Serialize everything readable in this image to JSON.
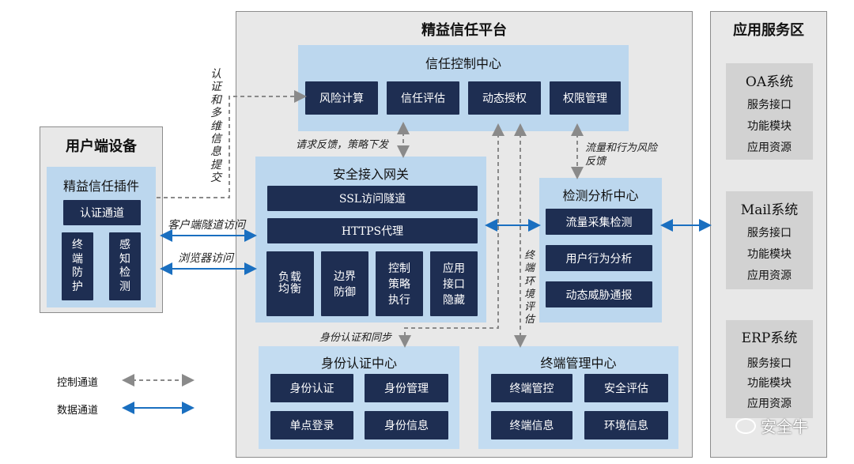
{
  "platform": {
    "title": "精益信任平台",
    "trust_center": {
      "title": "信任控制中心",
      "items": [
        "风险计算",
        "信任评估",
        "动态授权",
        "权限管理"
      ]
    },
    "gateway": {
      "title": "安全接入网关",
      "ssl": "SSL访问隧道",
      "https": "HTTPS代理",
      "items": [
        "负载均衡",
        "边界防御",
        "控制策略执行",
        "应用接口隐藏"
      ]
    },
    "detect_center": {
      "title": "检测分析中心",
      "items": [
        "流量采集检测",
        "用户行为分析",
        "动态威胁通报"
      ]
    },
    "identity_center": {
      "title": "身份认证中心",
      "items": [
        "身份认证",
        "身份管理",
        "单点登录",
        "身份信息"
      ]
    },
    "endpoint_center": {
      "title": "终端管理中心",
      "items": [
        "终端管控",
        "安全评估",
        "终端信息",
        "环境信息"
      ]
    }
  },
  "client": {
    "title": "用户端设备",
    "plugin_title": "精益信任插件",
    "auth_channel": "认证通道",
    "items": [
      "终端防护",
      "感知检测"
    ]
  },
  "services": {
    "title": "应用服务区",
    "systems": [
      {
        "name": "OA系统",
        "lines": [
          "服务接口",
          "功能模块",
          "应用资源"
        ]
      },
      {
        "name": "Mail系统",
        "lines": [
          "服务接口",
          "功能模块",
          "应用资源"
        ]
      },
      {
        "name": "ERP系统",
        "lines": [
          "服务接口",
          "功能模块",
          "应用资源"
        ]
      }
    ]
  },
  "labels": {
    "auth_submit": "认证和多维信息提交",
    "request_feedback": "请求反馈，策略下发",
    "traffic_feedback": "流量和行为风险反馈",
    "client_tunnel": "客户端隧道访问",
    "browser_access": "浏览器访问",
    "identity_sync": "身份认证和同步",
    "endpoint_eval": "终端环境评估"
  },
  "legend": {
    "control": "控制通道",
    "data": "数据通道"
  },
  "watermark": "安全牛",
  "colors": {
    "navy": "#1e2e52",
    "panel_blue": "#bcd7ee",
    "panel_grey": "#e8e8e8",
    "arrow_blue": "#1a6fc0",
    "arrow_grey": "#8a8a8a"
  }
}
